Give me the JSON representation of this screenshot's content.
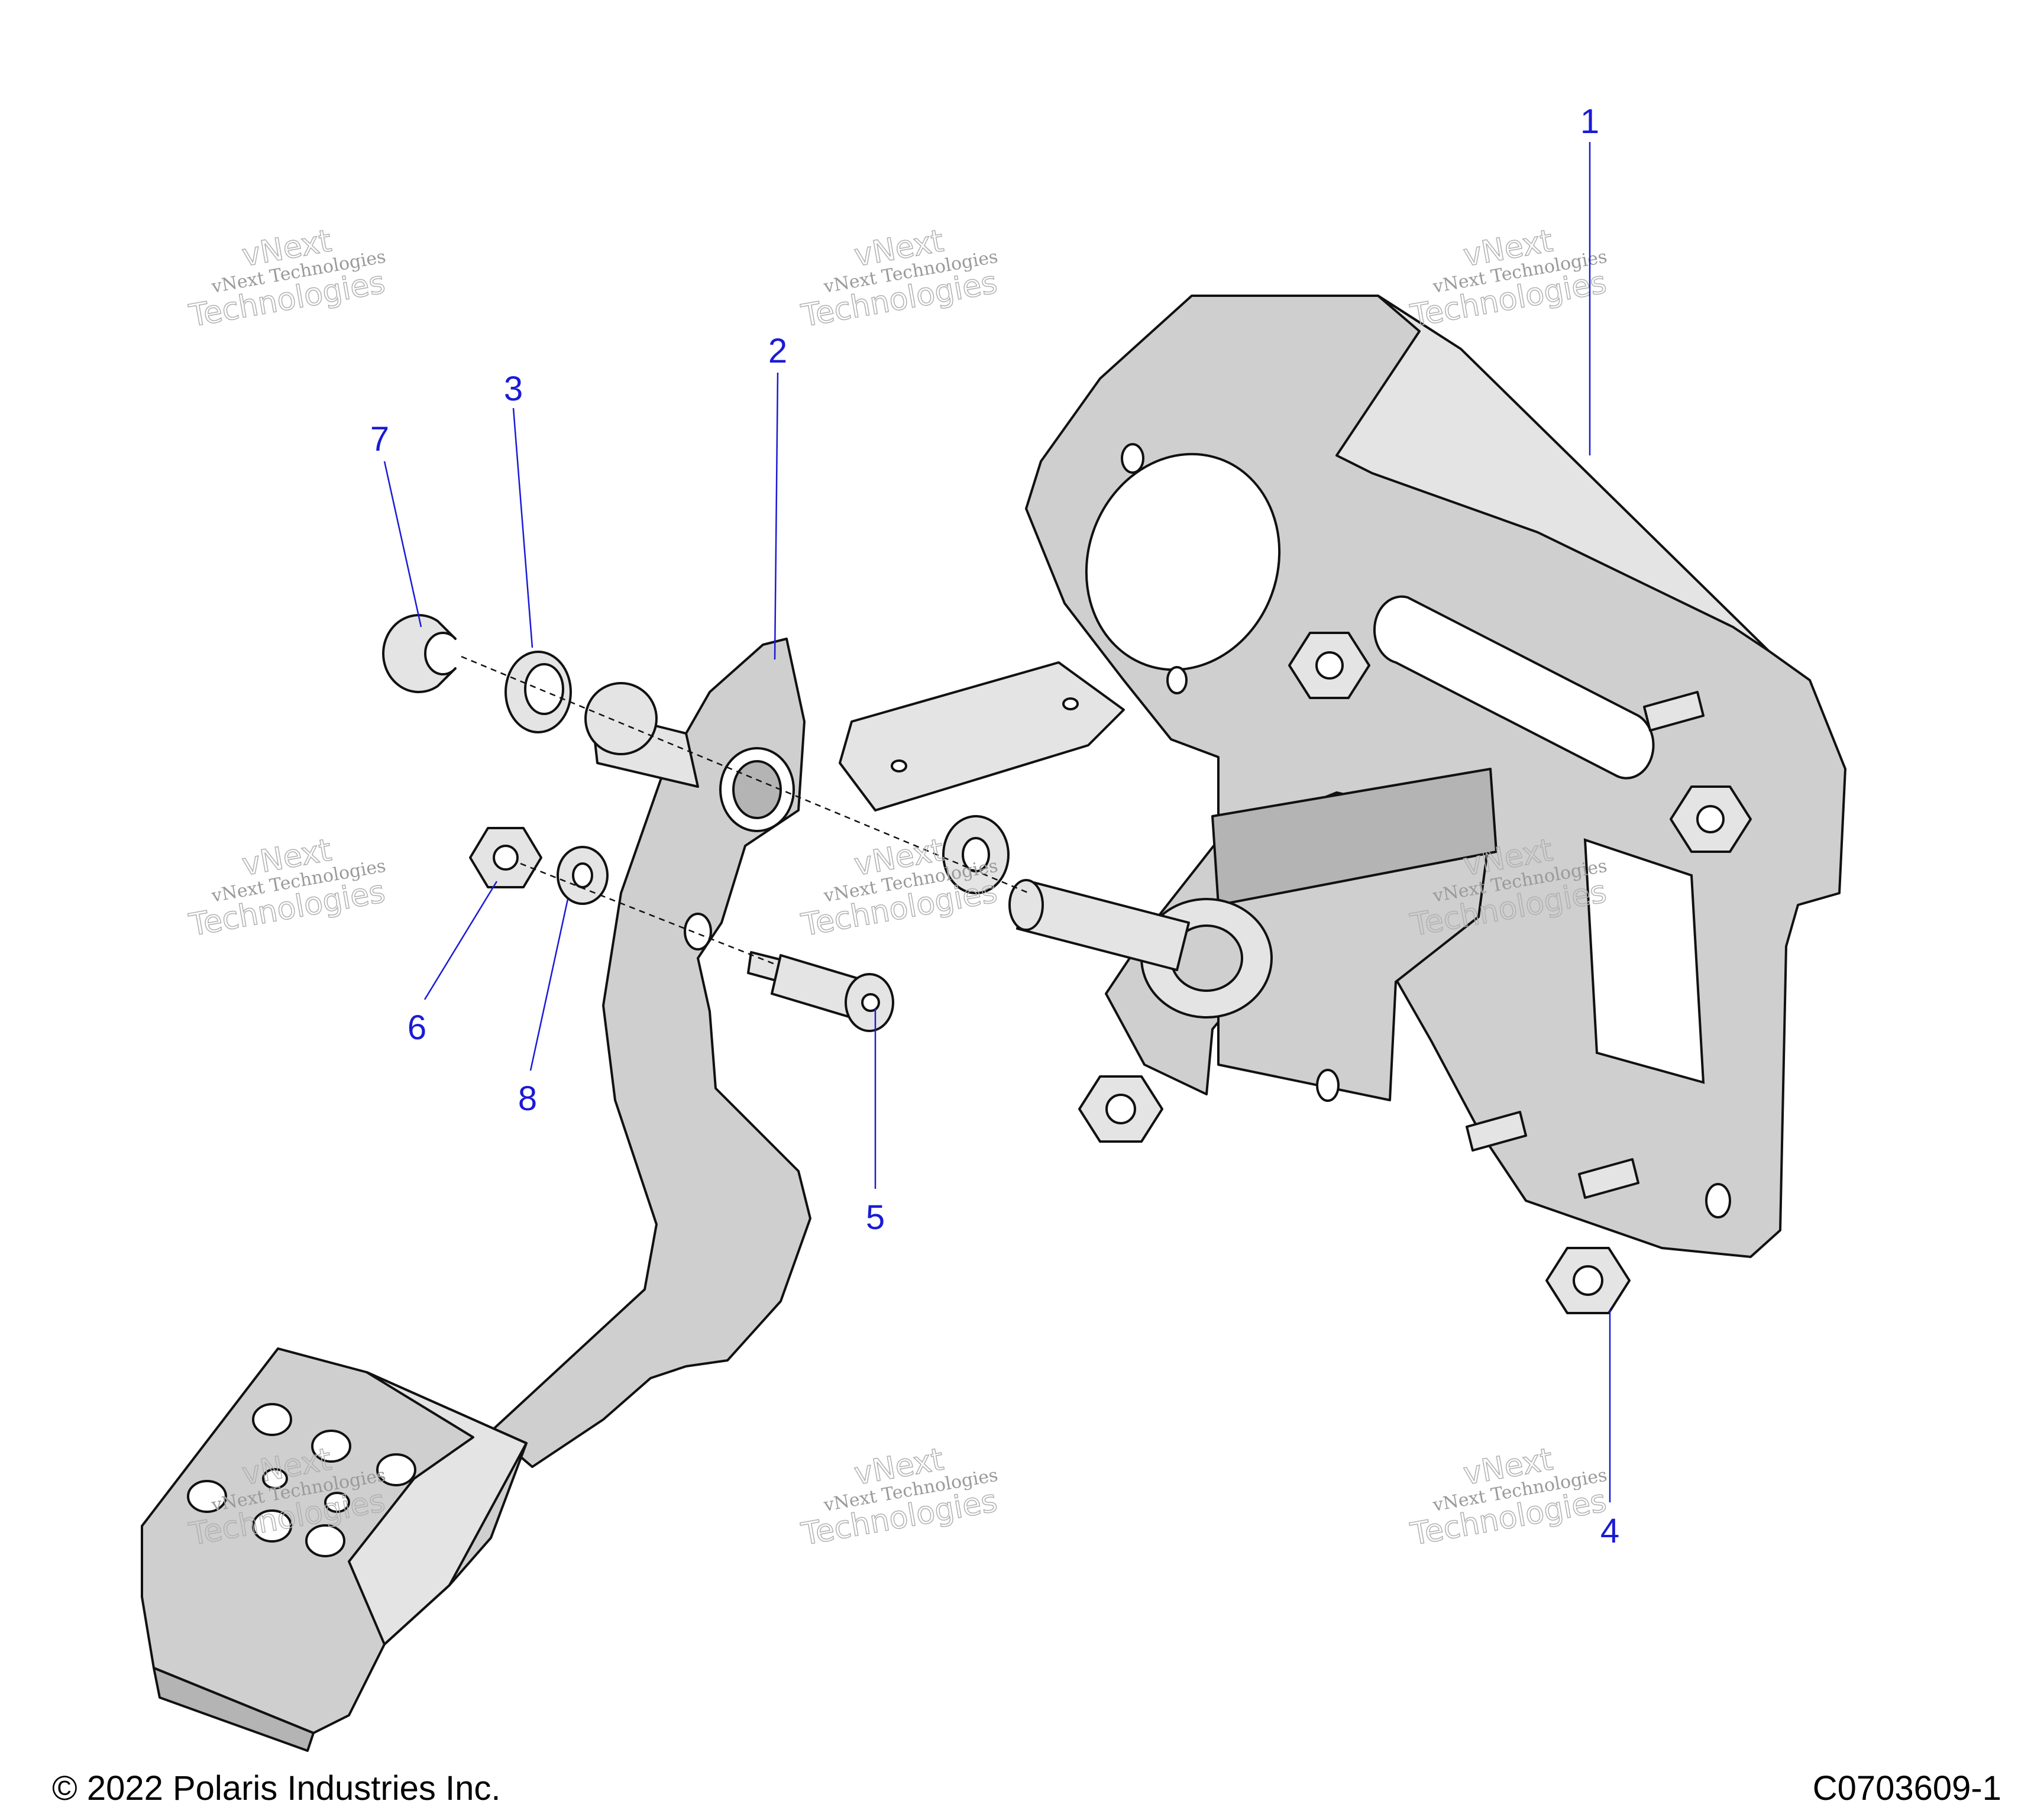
{
  "callouts": [
    {
      "label": "1"
    },
    {
      "label": "2"
    },
    {
      "label": "3"
    },
    {
      "label": "4"
    },
    {
      "label": "5"
    },
    {
      "label": "6"
    },
    {
      "label": "7"
    },
    {
      "label": "8"
    }
  ],
  "watermark": {
    "line1": "vNext Technologies",
    "line2": "vNext",
    "line3": "Technologies"
  },
  "footer": {
    "copyright": "© 2022 Polaris Industries Inc.",
    "diagram_code": "C0703609-1"
  },
  "colors": {
    "callout": "#1a1ad6",
    "part_fill": "#cfcfcf",
    "outline": "#111111"
  }
}
